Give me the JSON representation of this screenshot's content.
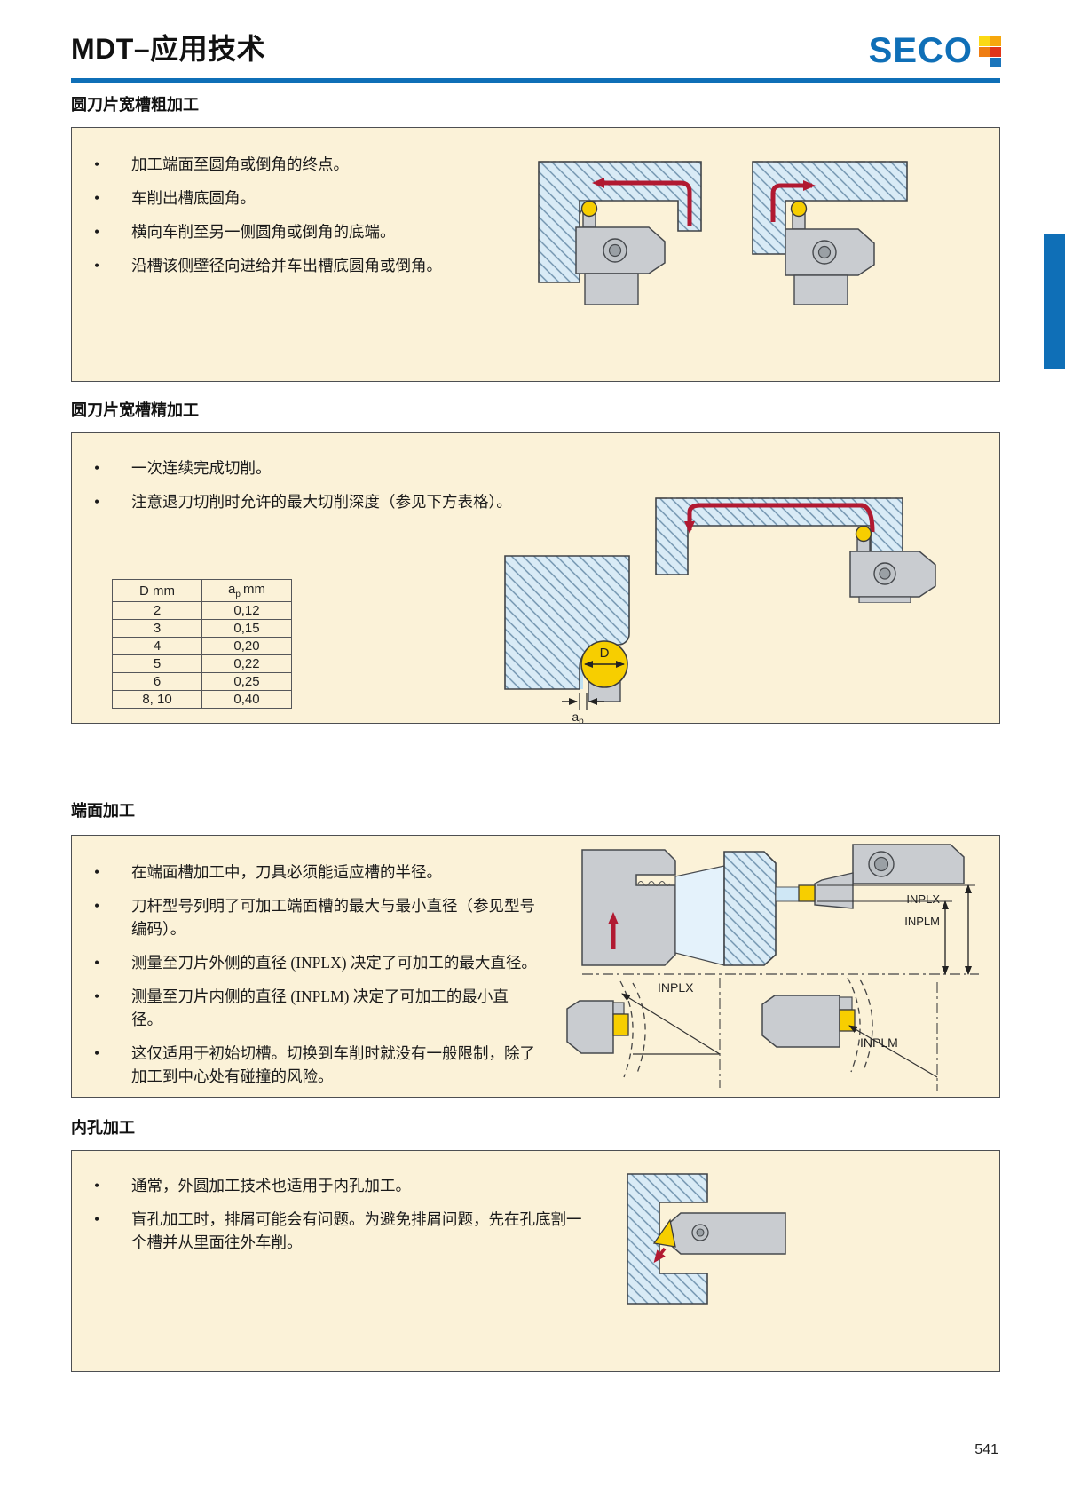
{
  "bullet_char": "•",
  "header": {
    "title": "MDT–应用技术",
    "logo": "SECO"
  },
  "page_number": "541",
  "colors": {
    "accent_blue": "#0f6fb7",
    "panel_beige": "#fbf2d8",
    "insert_yellow": "#f7ce00",
    "arrow_red": "#b11931"
  },
  "sections": [
    {
      "heading": "圆刀片宽槽粗加工",
      "bullets": [
        "加工端面至圆角或倒角的终点。",
        "车削出槽底圆角。",
        "横向车削至另一侧圆角或倒角的底端。",
        "沿槽该侧壁径向进给并车出槽底圆角或倒角。"
      ]
    },
    {
      "heading": "圆刀片宽槽精加工",
      "bullets": [
        "一次连续完成切削。",
        "注意退刀切削时允许的最大切削深度（参见下方表格）。"
      ],
      "table": {
        "col_d": "D mm",
        "col_ap_base": "a",
        "col_ap_sub": "p",
        "col_ap_unit": "mm",
        "rows": [
          {
            "d": "2",
            "ap": "0,12"
          },
          {
            "d": "3",
            "ap": "0,15"
          },
          {
            "d": "4",
            "ap": "0,20"
          },
          {
            "d": "5",
            "ap": "0,22"
          },
          {
            "d": "6",
            "ap": "0,25"
          },
          {
            "d": "8, 10",
            "ap": "0,40"
          }
        ]
      },
      "labels": {
        "diameter": "D",
        "ap_base": "a",
        "ap_sub": "p"
      }
    },
    {
      "heading": "端面加工",
      "bullets": [
        "在端面槽加工中，刀具必须能适应槽的半径。",
        "刀杆型号列明了可加工端面槽的最大与最小直径（参见型号编码）。",
        "测量至刀片外侧的直径 (INPLX) 决定了可加工的最大直径。",
        "测量至刀片内侧的直径 (INPLM) 决定了可加工的最小直径。",
        "这仅适用于初始切槽。切换到车削时就没有一般限制，除了加工到中心处有碰撞的风险。"
      ],
      "labels": {
        "inplx": "INPLX",
        "inplm": "INPLM"
      }
    },
    {
      "heading": "内孔加工",
      "bullets": [
        "通常，外圆加工技术也适用于内孔加工。",
        "盲孔加工时，排屑可能会有问题。为避免排屑问题，先在孔底割一个槽并从里面往外车削。"
      ]
    }
  ]
}
